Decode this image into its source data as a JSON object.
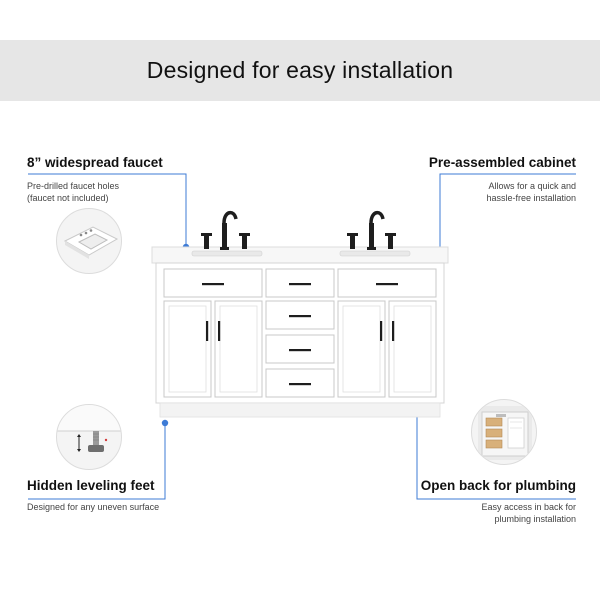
{
  "header": {
    "title": "Designed for easy installation"
  },
  "callouts": {
    "faucet": {
      "title": "8” widespread faucet",
      "desc_line1": "Pre-drilled faucet holes",
      "desc_line2": "(faucet not included)"
    },
    "cabinet": {
      "title": "Pre-assembled cabinet",
      "desc_line1": "Allows for  a quick and",
      "desc_line2": "hassle-free installation"
    },
    "feet": {
      "title": "Hidden leveling feet",
      "desc_line1": "Designed for any uneven surface"
    },
    "plumbing": {
      "title": "Open back for plumbing",
      "desc_line1": "Easy access in back for",
      "desc_line2": "plumbing installation"
    }
  },
  "colors": {
    "banner_bg": "#e6e6e6",
    "accent_blue": "#3d7bd6",
    "cabinet_white": "#ffffff",
    "hardware_black": "#1e1e1e"
  },
  "icons": [
    "sink-thumbnail",
    "leveling-foot-thumbnail",
    "cabinet-back-thumbnail",
    "callout-dot-icon"
  ]
}
